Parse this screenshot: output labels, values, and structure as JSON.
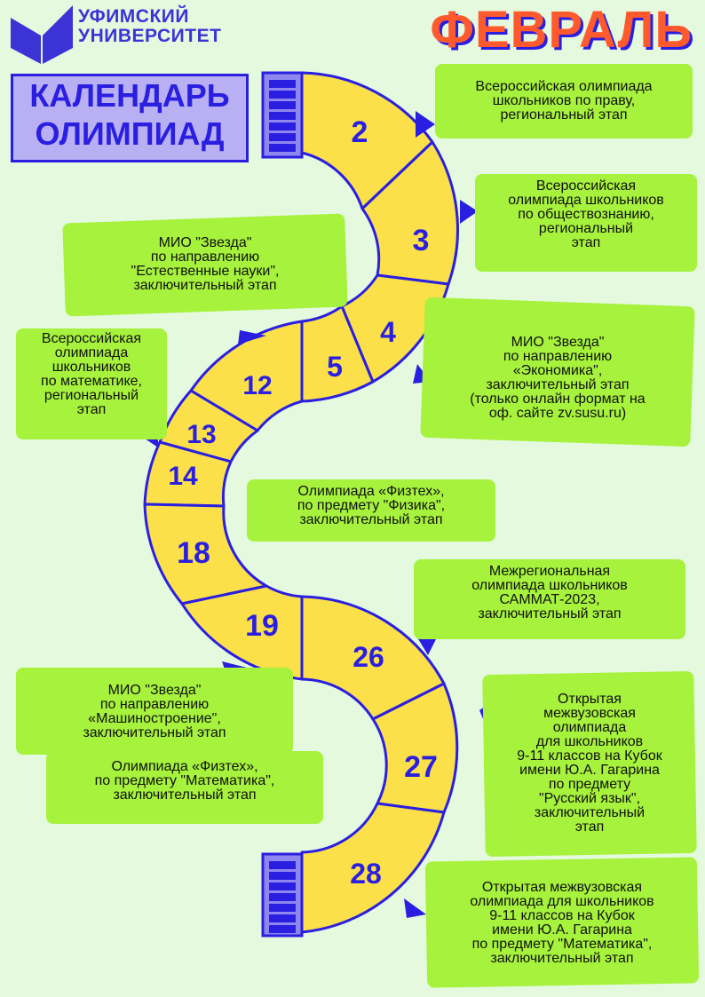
{
  "header": {
    "logo_text": "УФИМСКИЙ\nУНИВЕРСИТЕТ",
    "month": "ФЕВРАЛЬ",
    "title": "КАЛЕНДАРЬ\nОЛИМПИАД"
  },
  "colors": {
    "background": "#e4f9de",
    "accent_blue": "#2a1fe0",
    "road_yellow": "#fbe04a",
    "card_green": "#a6f23c",
    "month_red": "#ff5a2e",
    "title_bg": "#b8b0f2"
  },
  "days": [
    "2",
    "3",
    "4",
    "5",
    "12",
    "13",
    "14",
    "18",
    "19",
    "26",
    "27",
    "28"
  ],
  "events": [
    {
      "day": "2",
      "text": "Всероссийская олимпиада\nшкольников по праву,\nрегиональный этап"
    },
    {
      "day": "3",
      "text": "Всероссийская\nолимпиада школьников\nпо обществознанию,\nрегиональный\nэтап"
    },
    {
      "day": "12",
      "text": "МИО \"Звезда\"\nпо направлению\n\"Естественные науки\",\nзаключительный этап"
    },
    {
      "day": "4",
      "text": "МИО \"Звезда\"\nпо направлению\n«Экономика\",\nзаключительный этап\n(только онлайн формат на\nоф. сайте zv.susu.ru)"
    },
    {
      "day": "13",
      "text": "Всероссийская\nолимпиада\nшкольников\nпо математике,\nрегиональный\nэтап"
    },
    {
      "day": "18",
      "text": "Олимпиада «Физтех»,\nпо предмету \"Физика\",\nзаключительный этап"
    },
    {
      "day": "26",
      "text": "Межрегиональная\nолимпиада школьников\nСАММАТ-2023,\nзаключительный этап"
    },
    {
      "day": "19",
      "text": "МИО \"Звезда\"\nпо направлению\n«Машиностроение\",\nзаключительный этап"
    },
    {
      "day": "19",
      "text": "Олимпиада  «Физтех»,\nпо предмету \"Математика\",\nзаключительный этап"
    },
    {
      "day": "27",
      "text": "Открытая\nмежвузовская\nолимпиада\nдля школьников\n9-11 классов на  Кубок\nимени Ю.А. Гагарина\nпо предмету\n\"Русский язык\",\nзаключительный\nэтап"
    },
    {
      "day": "28",
      "text": "Открытая межвузовская\nолимпиада для школьников\n9-11 классов на  Кубок\nимени Ю.А. Гагарина\nпо предмету \"Математика\",\nзаключительный этап"
    }
  ]
}
